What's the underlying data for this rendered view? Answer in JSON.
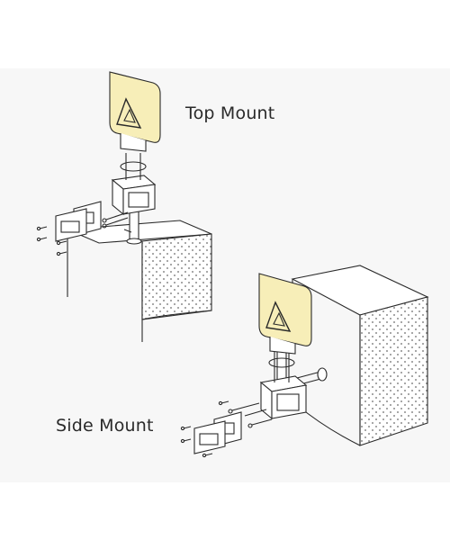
{
  "labels": {
    "top_mount": "Top Mount",
    "side_mount": "Side Mount"
  },
  "colors": {
    "background": "#ffffff",
    "panel": "#f7f7f7",
    "antenna_fill": "#f7eeb8",
    "line": "#2a2a2a",
    "wall_hatch": "#6a6a6a"
  },
  "icons": {
    "top": "antenna-top-mount-illustration",
    "side": "antenna-side-mount-illustration"
  }
}
